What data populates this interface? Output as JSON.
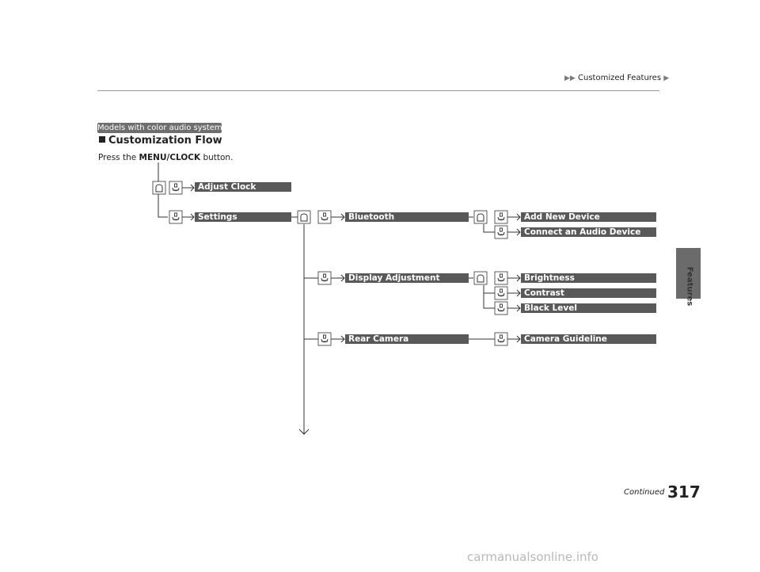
{
  "header": {
    "breadcrumb": "Customized Features"
  },
  "side_tab": {
    "label": "Features"
  },
  "section": {
    "badge": "Models with color audio system",
    "title": "Customization Flow",
    "instruction_prefix": "Press the ",
    "instruction_button": "MENU/CLOCK",
    "instruction_suffix": " button."
  },
  "menu": {
    "adjust_clock": "Adjust Clock",
    "settings": "Settings",
    "bluetooth": "Bluetooth",
    "add_new_device": "Add New Device",
    "connect_audio_device": "Connect an Audio Device",
    "display_adjustment": "Display Adjustment",
    "brightness": "Brightness",
    "contrast": "Contrast",
    "black_level": "Black Level",
    "rear_camera": "Rear Camera",
    "camera_guideline": "Camera Guideline"
  },
  "icons": [
    "home-button-icon",
    "knob-press-icon",
    "arrow-icon"
  ],
  "footer": {
    "continued": "Continued",
    "page_number": "317"
  },
  "watermark": "carmanualsonline.info"
}
